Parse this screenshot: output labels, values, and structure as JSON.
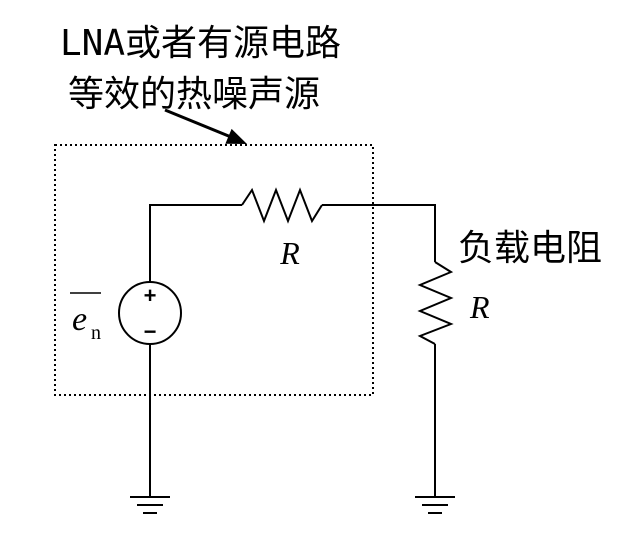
{
  "annotation": {
    "line1": "LNA或者有源电路",
    "line2": "等效的热噪声源"
  },
  "series_resistor": {
    "label": "R"
  },
  "load_resistor": {
    "label": "R",
    "caption": "负载电阻"
  },
  "noise_source": {
    "symbol": "e",
    "subscript": "n",
    "plus": "+",
    "minus": "−"
  },
  "colors": {
    "stroke": "#000000",
    "background": "#ffffff"
  }
}
